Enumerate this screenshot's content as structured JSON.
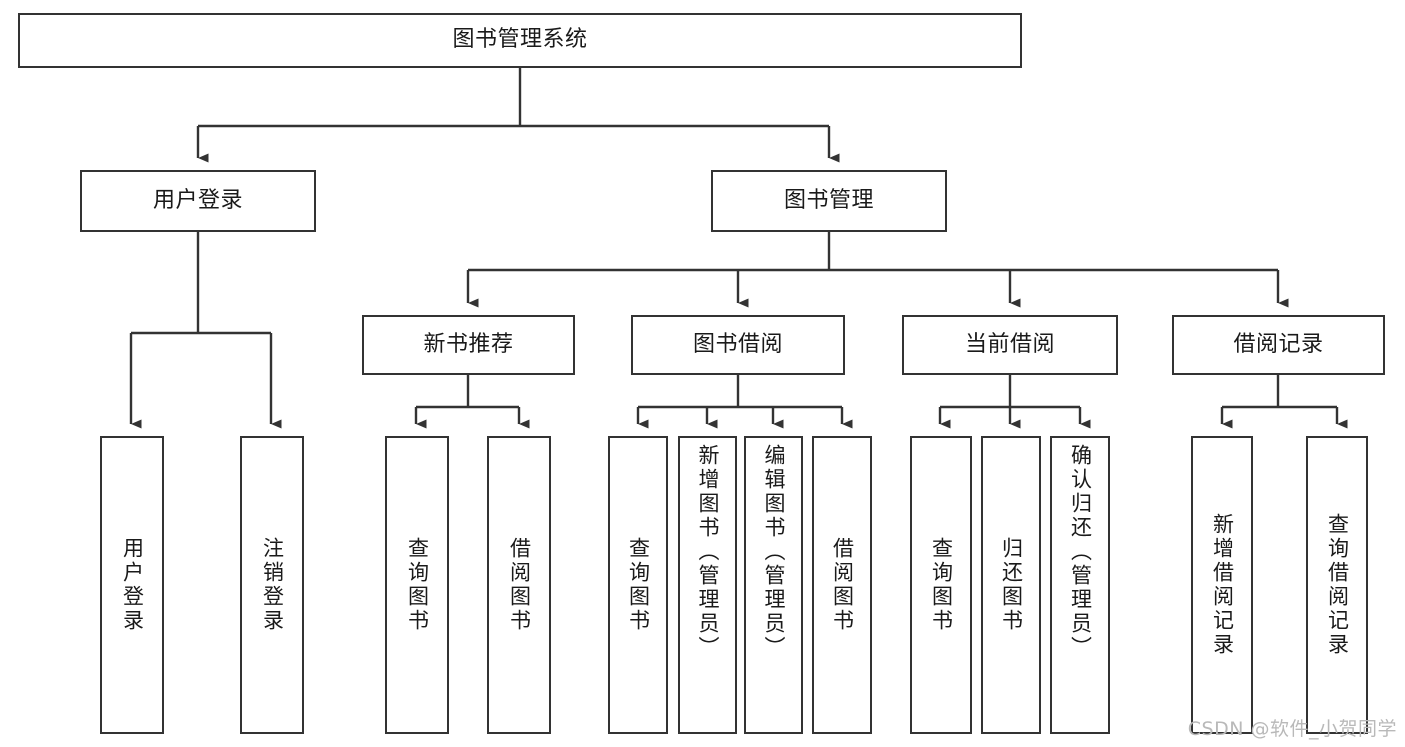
{
  "diagram": {
    "title": "图书管理系统",
    "type": "功能结构图",
    "colors": {
      "box_border": "#333333",
      "box_fill": "#ffffff",
      "connector": "#333333",
      "text": "#1a1a1a",
      "watermark": "#b9b9b9",
      "background": "#ffffff"
    },
    "root": {
      "label": "图书管理系统"
    },
    "level1": [
      {
        "label": "用户登录"
      },
      {
        "label": "图书管理"
      }
    ],
    "level2": [
      {
        "label": "新书推荐"
      },
      {
        "label": "图书借阅"
      },
      {
        "label": "当前借阅"
      },
      {
        "label": "借阅记录"
      }
    ],
    "leaves": {
      "user_login": [
        {
          "label": "用户登录"
        },
        {
          "label": "注销登录"
        }
      ],
      "new_book": [
        {
          "label": "查询图书"
        },
        {
          "label": "借阅图书"
        }
      ],
      "borrow_book": [
        {
          "label": "查询图书"
        },
        {
          "label": "新增图书（管理员）"
        },
        {
          "label": "编辑图书（管理员）"
        },
        {
          "label": "借阅图书"
        }
      ],
      "current_borrow": [
        {
          "label": "查询图书"
        },
        {
          "label": "归还图书"
        },
        {
          "label": "确认归还（管理员）"
        }
      ],
      "borrow_record": [
        {
          "label": "新增借阅记录"
        },
        {
          "label": "查询借阅记录"
        }
      ]
    }
  },
  "watermark": {
    "text": "CSDN @软件_小贺同学"
  }
}
